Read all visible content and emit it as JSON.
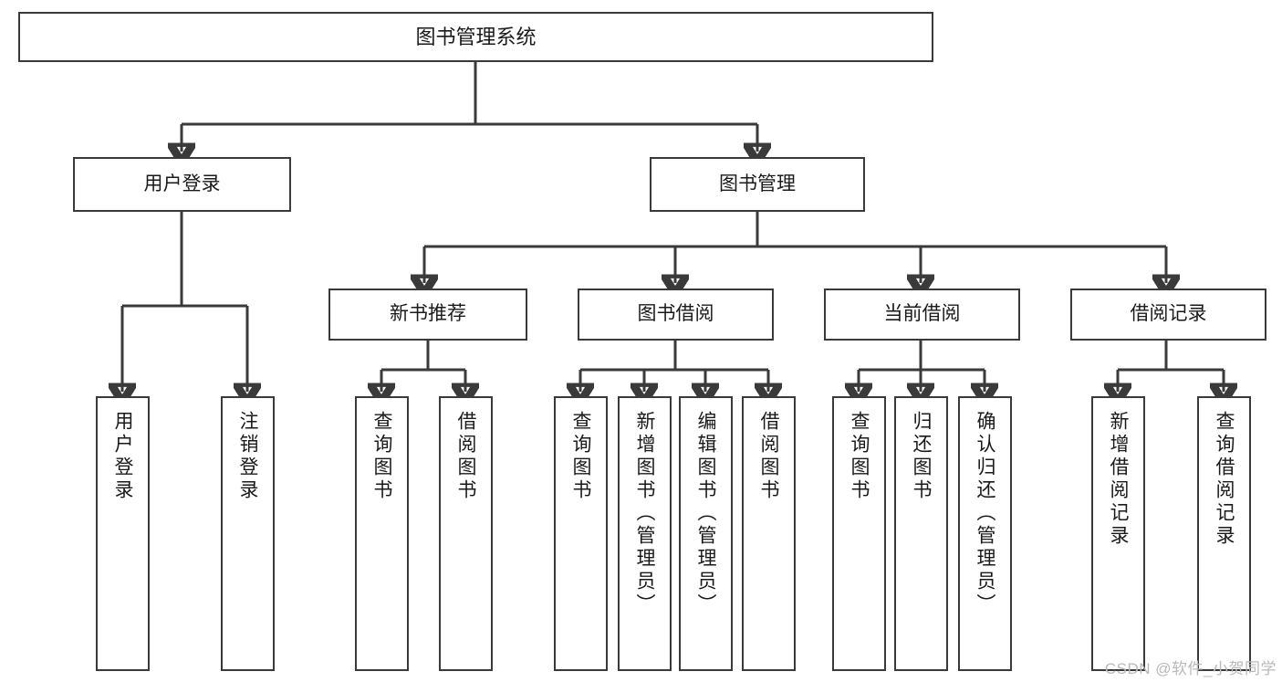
{
  "diagram": {
    "title_node": {
      "label": "图书管理系统"
    },
    "level2": [
      {
        "label": "用户登录"
      },
      {
        "label": "图书管理"
      }
    ],
    "level3": [
      {
        "label": "新书推荐"
      },
      {
        "label": "图书借阅"
      },
      {
        "label": "当前借阅"
      },
      {
        "label": "借阅记录"
      }
    ],
    "leaves": {
      "user_login": [
        {
          "label": "用户登录"
        },
        {
          "label": "注销登录"
        }
      ],
      "new_book_recommend": [
        {
          "label": "查询图书"
        },
        {
          "label": "借阅图书"
        }
      ],
      "book_borrow": [
        {
          "label": "查询图书"
        },
        {
          "label": "新增图书（管理员）"
        },
        {
          "label": "编辑图书（管理员）"
        },
        {
          "label": "借阅图书"
        }
      ],
      "current_borrow": [
        {
          "label": "查询图书"
        },
        {
          "label": "归还图书"
        },
        {
          "label": "确认归还（管理员）"
        }
      ],
      "borrow_record": [
        {
          "label": "新增借阅记录"
        },
        {
          "label": "查询借阅记录"
        }
      ]
    }
  },
  "watermark": {
    "text": "CSDN @软件_小贺同学"
  },
  "colors": {
    "stroke": "#3a3a3a",
    "background": "#ffffff",
    "text": "#1a1a1a",
    "watermark": "#b9b9b9"
  }
}
